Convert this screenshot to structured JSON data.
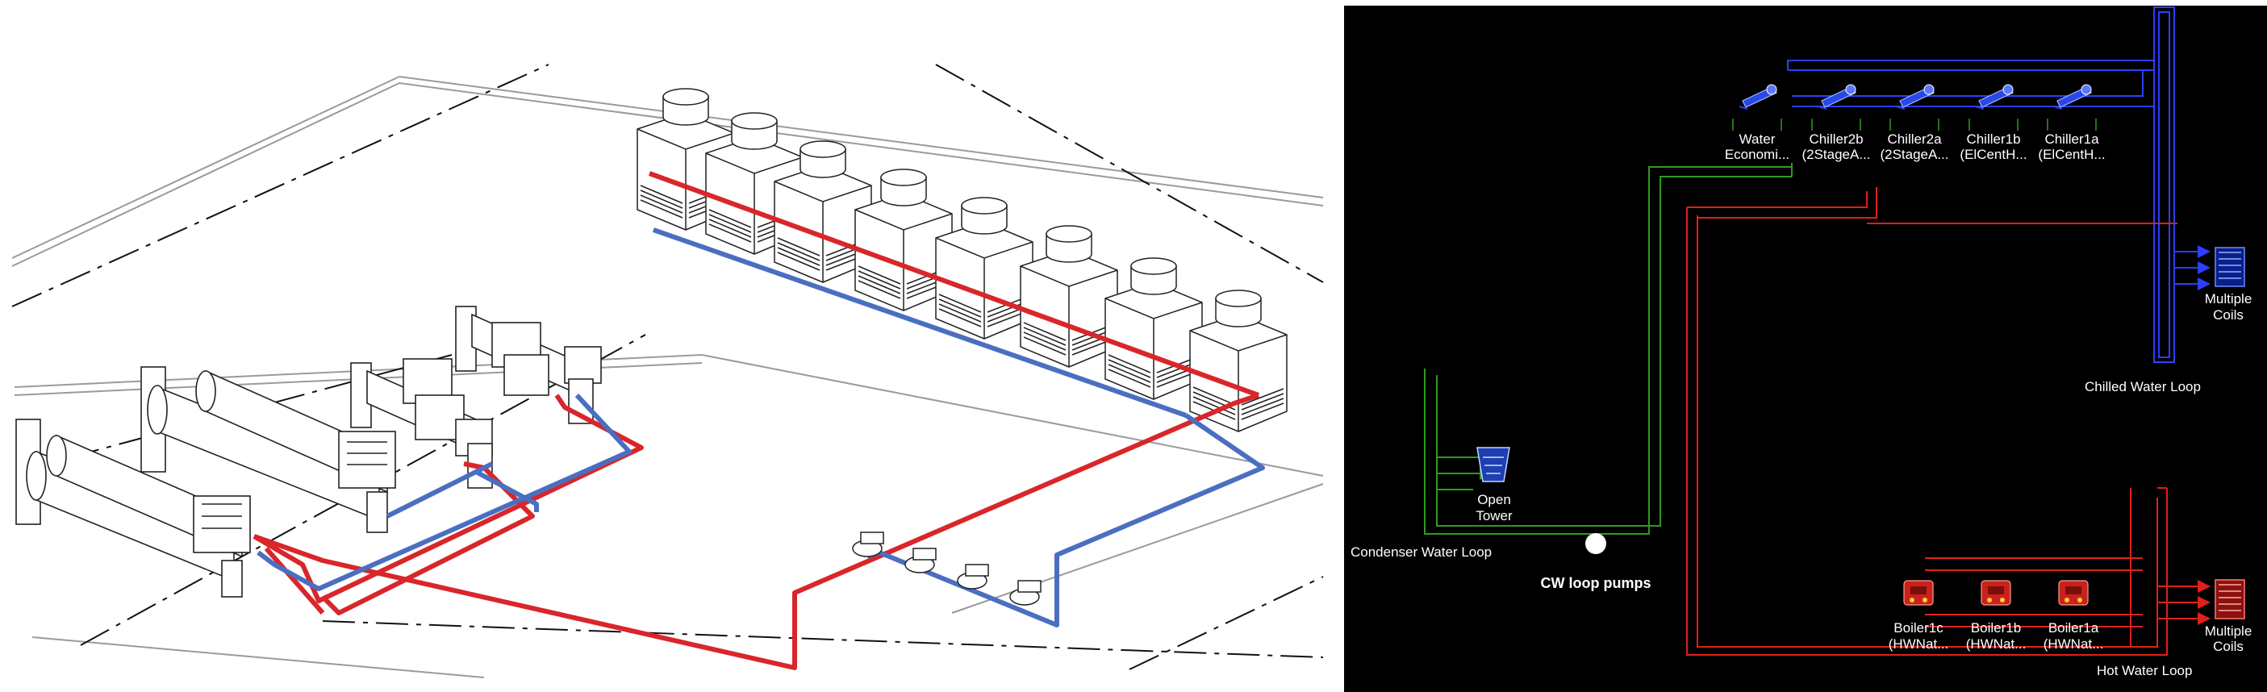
{
  "hvac_diagram": {
    "chilled_loop_label": "Chilled Water Loop",
    "hot_loop_label": "Hot Water Loop",
    "condenser_loop_label": "Condenser Water Loop",
    "pump_label": "CW loop pumps",
    "tower": {
      "line1": "Open",
      "line2": "Tower"
    },
    "chiller_coils": {
      "line1": "Multiple",
      "line2": "Coils"
    },
    "boiler_coils": {
      "line1": "Multiple",
      "line2": "Coils"
    },
    "chillers": [
      {
        "line1": "Water",
        "line2": "Economi..."
      },
      {
        "line1": "Chiller2b",
        "line2": "(2StageA..."
      },
      {
        "line1": "Chiller2a",
        "line2": "(2StageA..."
      },
      {
        "line1": "Chiller1b",
        "line2": "(ElCentH..."
      },
      {
        "line1": "Chiller1a",
        "line2": "(ElCentH..."
      }
    ],
    "boilers": [
      {
        "line1": "Boiler1c",
        "line2": "(HWNat..."
      },
      {
        "line1": "Boiler1b",
        "line2": "(HWNat..."
      },
      {
        "line1": "Boiler1a",
        "line2": "(HWNat..."
      }
    ]
  },
  "colors": {
    "chilled": "#2b3fff",
    "hot": "#e0201a",
    "condenser": "#2f9a1e",
    "iso_red": "#d9262a",
    "iso_blue": "#4a6fc0"
  }
}
